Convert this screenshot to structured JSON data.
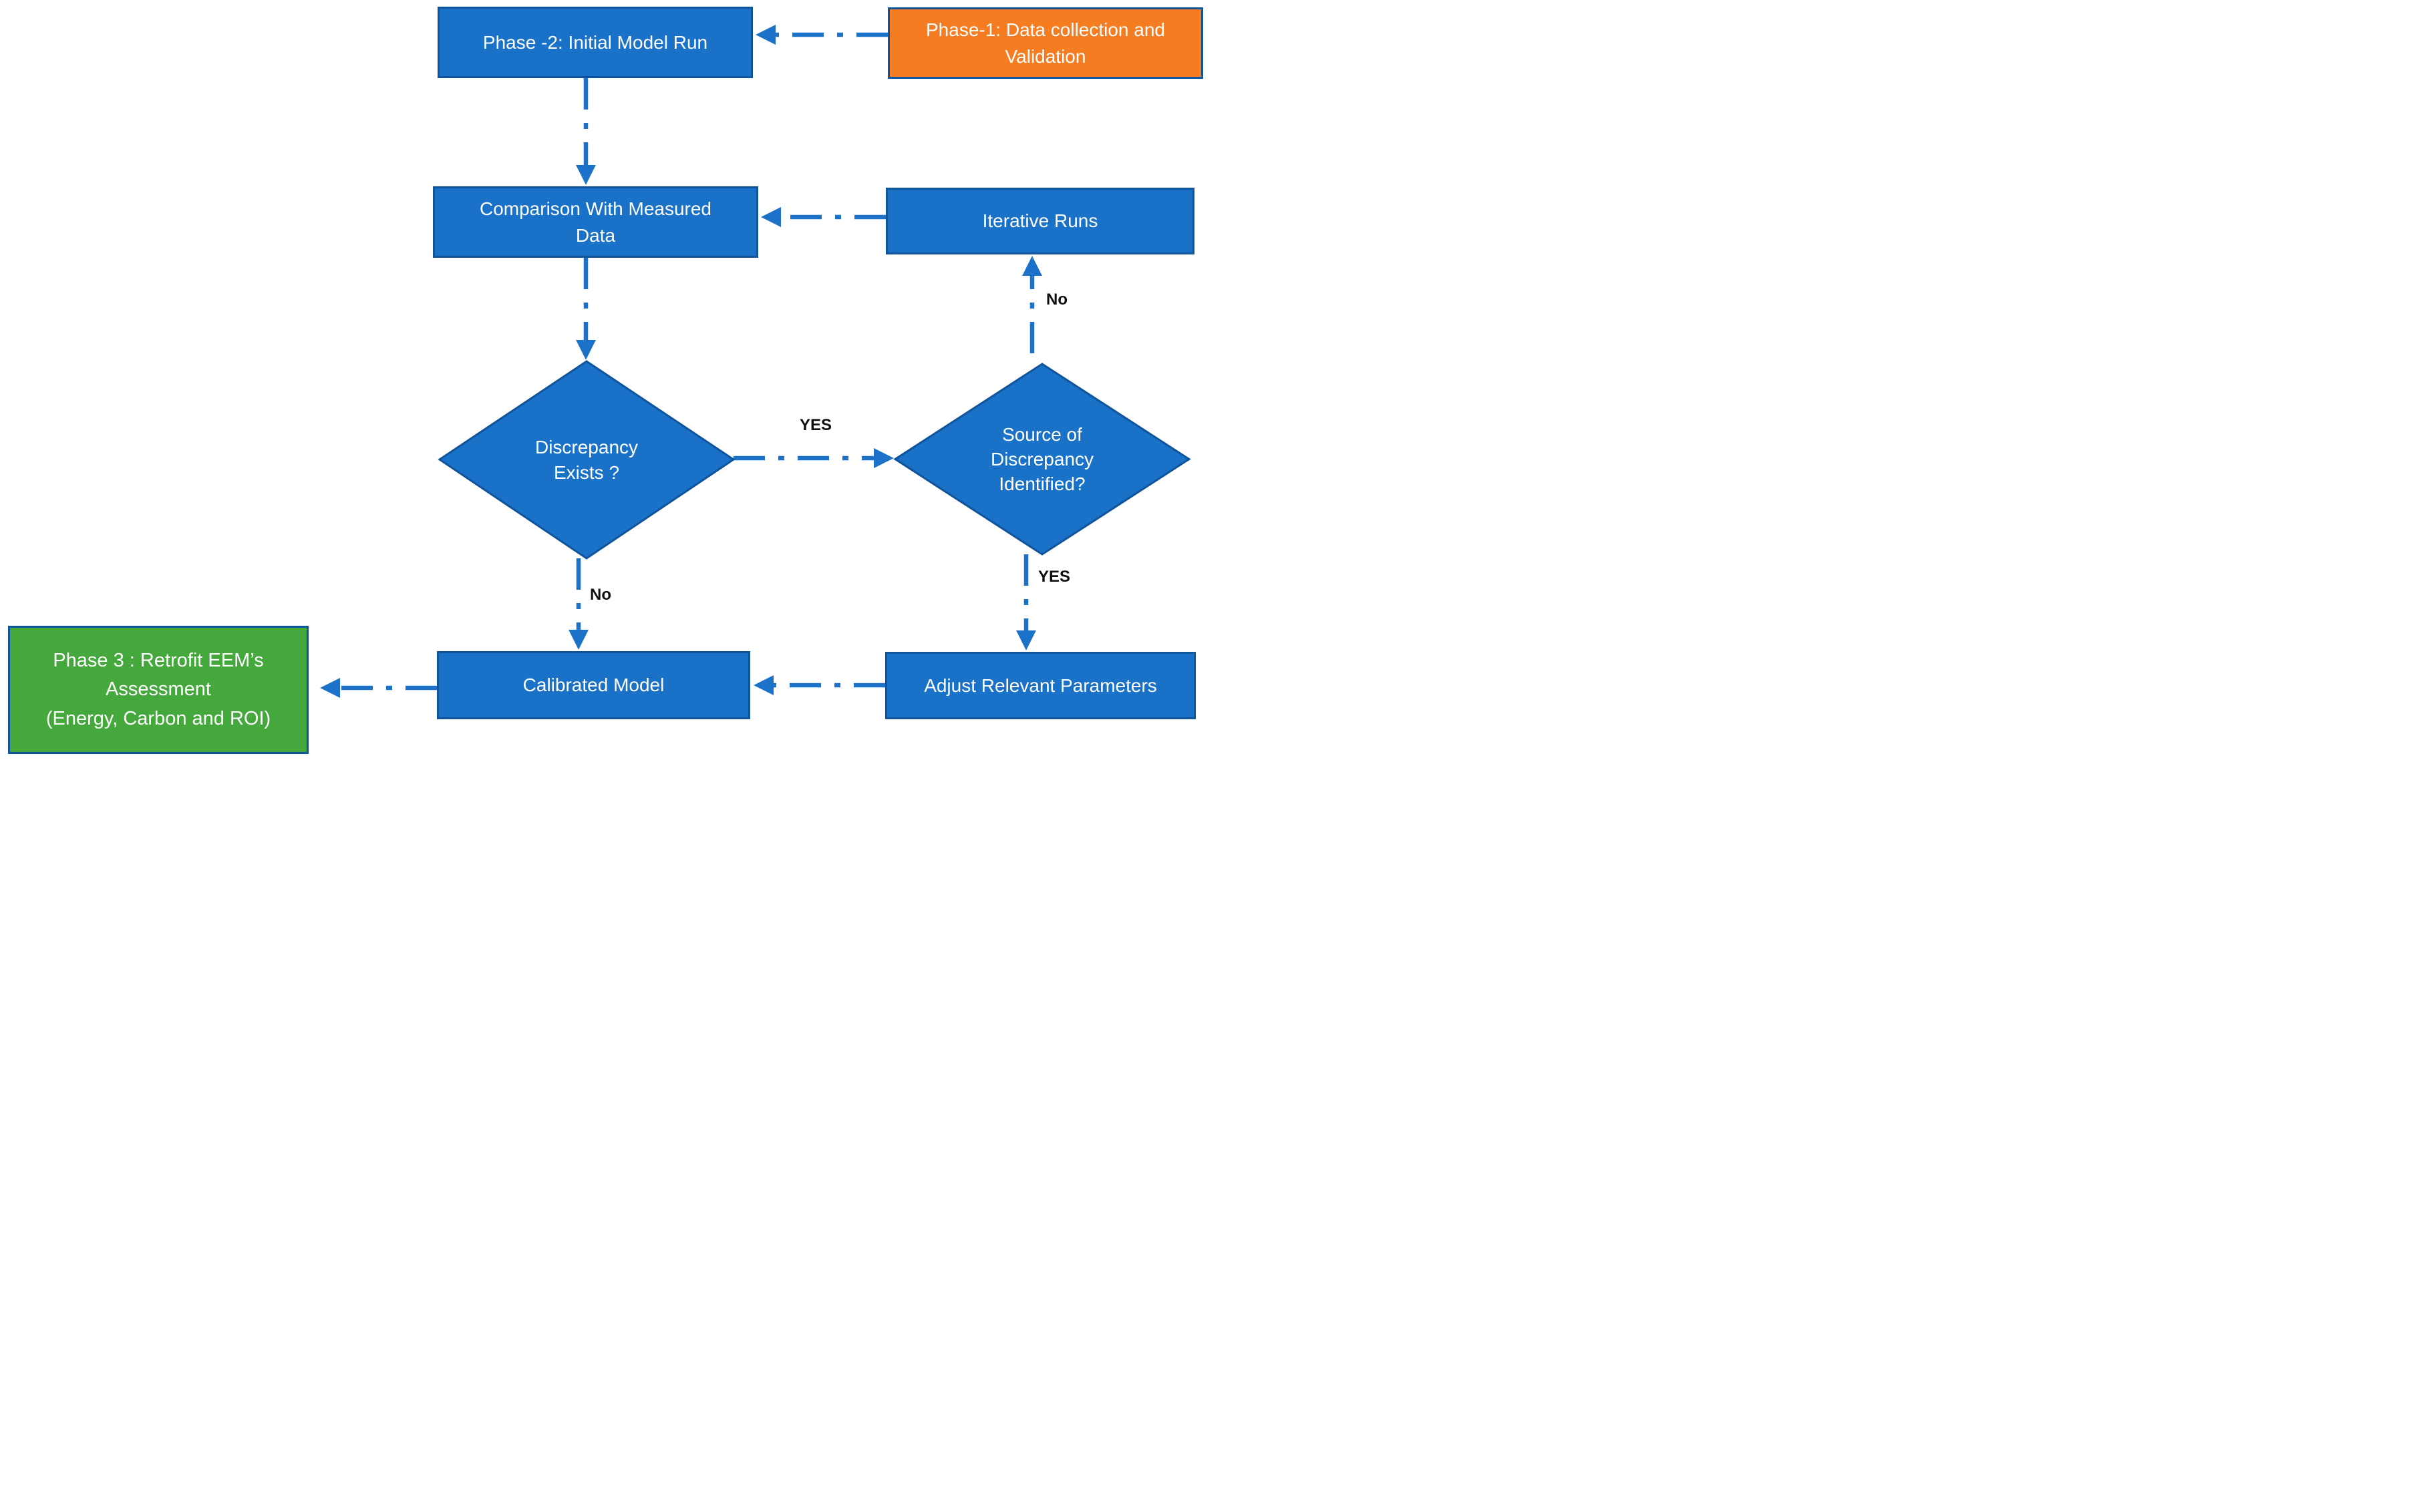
{
  "colors": {
    "blue": "#1971C8",
    "border_blue": "#10549B",
    "orange": "#F57C20",
    "green": "#45A83C",
    "arrow_blue": "#1C72C8",
    "label_black": "#0f0f0f",
    "text_white": "#ffffff"
  },
  "nodes": {
    "phase1": {
      "shape": "rect",
      "color": "orange",
      "lines": [
        "Phase-1: Data collection and",
        "Validation"
      ]
    },
    "phase2": {
      "shape": "rect",
      "color": "blue",
      "lines": [
        "Phase -2: Initial Model Run"
      ]
    },
    "comparison": {
      "shape": "rect",
      "color": "blue",
      "lines": [
        "Comparison With Measured",
        "Data"
      ]
    },
    "iterative": {
      "shape": "rect",
      "color": "blue",
      "lines": [
        "Iterative Runs"
      ]
    },
    "discrepancy": {
      "shape": "diamond",
      "color": "blue",
      "lines": [
        "Discrepancy",
        "Exists ?"
      ]
    },
    "source": {
      "shape": "diamond",
      "color": "blue",
      "lines": [
        "Source of",
        "Discrepancy",
        "Identified?"
      ]
    },
    "calibrated": {
      "shape": "rect",
      "color": "blue",
      "lines": [
        "Calibrated Model"
      ]
    },
    "adjust": {
      "shape": "rect",
      "color": "blue",
      "lines": [
        "Adjust Relevant Parameters"
      ]
    },
    "phase3": {
      "shape": "rect",
      "color": "green",
      "lines": [
        "Phase 3 : Retrofit EEM’s",
        "Assessment",
        "(Energy, Carbon and ROI)"
      ]
    }
  },
  "edges": [
    {
      "from": "phase1",
      "to": "phase2",
      "label": ""
    },
    {
      "from": "phase2",
      "to": "comparison",
      "label": ""
    },
    {
      "from": "iterative",
      "to": "comparison",
      "label": ""
    },
    {
      "from": "comparison",
      "to": "discrepancy",
      "label": ""
    },
    {
      "from": "discrepancy",
      "to": "source",
      "label": "YES"
    },
    {
      "from": "source",
      "to": "iterative",
      "label": "No"
    },
    {
      "from": "source",
      "to": "adjust",
      "label": "YES"
    },
    {
      "from": "discrepancy",
      "to": "calibrated",
      "label": "No"
    },
    {
      "from": "adjust",
      "to": "calibrated",
      "label": ""
    },
    {
      "from": "calibrated",
      "to": "phase3",
      "label": ""
    }
  ]
}
